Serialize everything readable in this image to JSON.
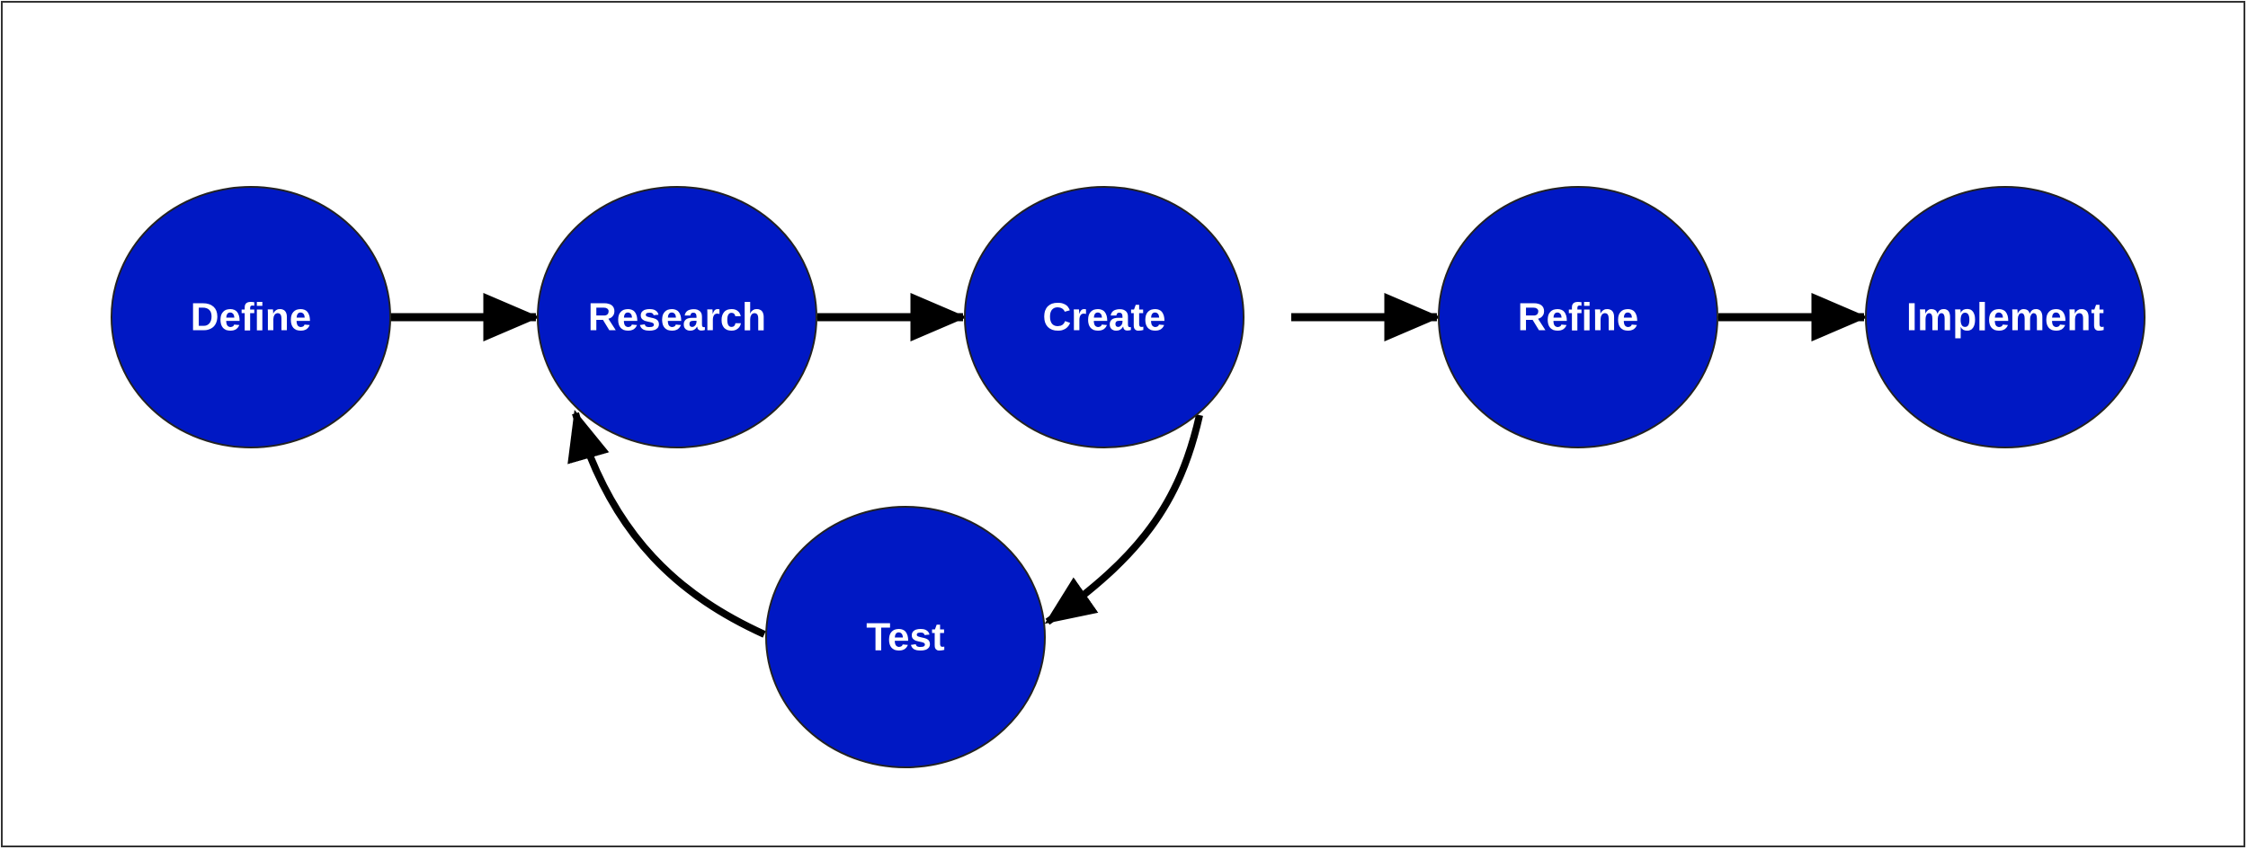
{
  "diagram": {
    "colors": {
      "node_fill": "#0018c4",
      "node_stroke": "#222222",
      "arrow": "#000000",
      "label": "#ffffff",
      "background": "#ffffff"
    },
    "nodes": [
      {
        "id": "define",
        "label": "Define"
      },
      {
        "id": "research",
        "label": "Research"
      },
      {
        "id": "create",
        "label": "Create"
      },
      {
        "id": "refine",
        "label": "Refine"
      },
      {
        "id": "implement",
        "label": "Implement"
      },
      {
        "id": "test",
        "label": "Test"
      }
    ],
    "edges": [
      {
        "from": "define",
        "to": "research"
      },
      {
        "from": "research",
        "to": "create"
      },
      {
        "from": "create",
        "to": "refine"
      },
      {
        "from": "refine",
        "to": "implement"
      },
      {
        "from": "create",
        "to": "test"
      },
      {
        "from": "test",
        "to": "research"
      }
    ]
  }
}
